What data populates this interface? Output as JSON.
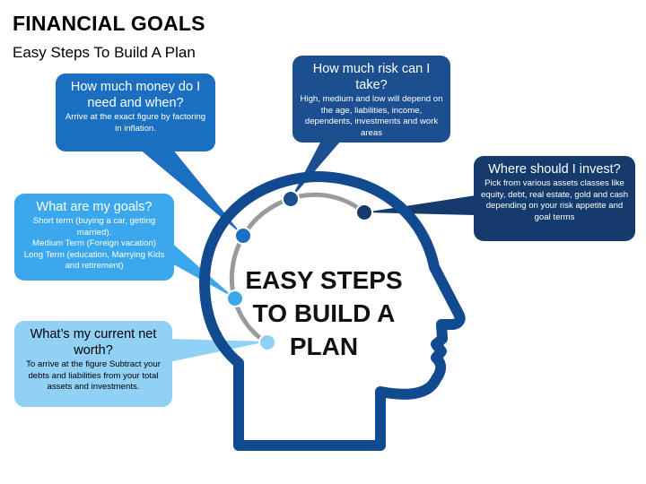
{
  "header": {
    "title": "FINANCIAL GOALS",
    "subtitle": "Easy Steps To Build A Plan"
  },
  "center": {
    "line1": "EASY STEPS",
    "line2": "TO BUILD A",
    "line3": "PLAN"
  },
  "bubbles": {
    "money": {
      "heading": "How much money do I need and when?",
      "body": "Arrive at the exact figure by factoring in inflation."
    },
    "risk": {
      "heading": "How much risk can I take?",
      "body": "High, medium and low will  depend on the age, liabilities, income, dependents, investments and  work areas"
    },
    "invest": {
      "heading": "Where should I invest?",
      "body": "Pick from various assets classes like equity, debt, real estate, gold and cash depending on your risk appetite and goal terms"
    },
    "goals": {
      "heading": "What are my goals?",
      "lines": [
        "Short term (buying a car, getting married).",
        "Medium Term (Foreign vacation)",
        "Long Term (education, Marrying Kids and retirement)"
      ]
    },
    "worth": {
      "heading": "What’s my current net worth?",
      "body": "To arrive at the figure Subtract your debts and liabilities from your total assets  and investments."
    }
  },
  "colors": {
    "head_outline": "#114a8f",
    "arc": "#9a9a9a",
    "money": "#1a6fc0",
    "risk": "#1c4f8f",
    "invest": "#143b6c",
    "goals": "#3ba7ec",
    "worth": "#92d1f6"
  }
}
